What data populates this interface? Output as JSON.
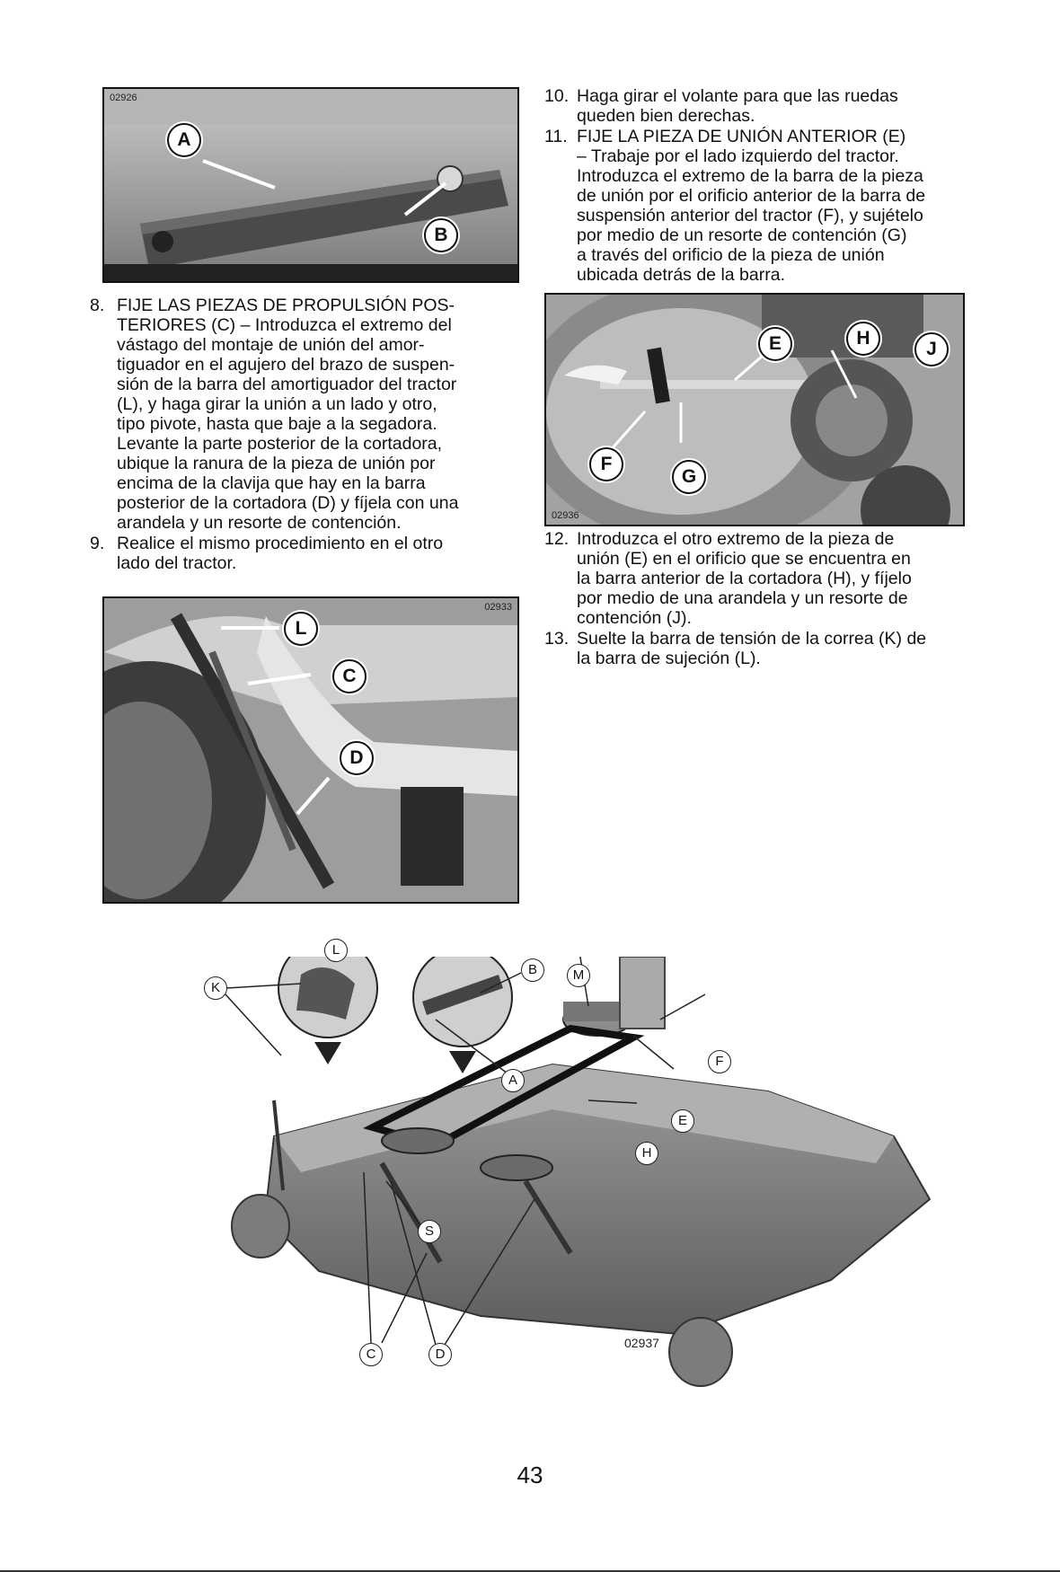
{
  "left_steps": [
    {
      "number": "8.",
      "lines": [
        "FIJE LAS PIEZAS DE PROPULSIÓN POS-",
        "TERIORES (C) – Introduzca el extremo del",
        "vástago del montaje de unión del amor-",
        "tiguador en el agujero del brazo de suspen-",
        "sión de la barra del amortiguador del tractor",
        "(L), y haga girar la unión a un lado y otro,",
        "tipo pivote, hasta que baje a la segadora.",
        "Levante la parte posterior de la cortadora,",
        "ubique la ranura de la pieza de unión por",
        "encima de la clavija que hay en la barra",
        "posterior de la cortadora (D) y fíjela con una",
        "arandela y un resorte de contención."
      ]
    },
    {
      "number": "9.",
      "lines": [
        "Realice el mismo procedimiento en el otro",
        "lado del tractor."
      ]
    }
  ],
  "right_steps_top": [
    {
      "number": "10.",
      "lines": [
        "Haga girar el volante para que las ruedas",
        "queden bien derechas."
      ]
    },
    {
      "number": "11.",
      "lines": [
        "FIJE LA PIEZA DE UNIÓN ANTERIOR (E)",
        "– Trabaje por el lado izquierdo del tractor.",
        "Introduzca el extremo de la barra de la pieza",
        "de unión por el orificio anterior de la barra de",
        "suspensión anterior del tractor (F), y sujételo",
        "por medio de un resorte de contención (G)",
        "a través del orificio de la pieza de unión",
        "ubicada detrás de la barra."
      ]
    }
  ],
  "right_steps_bottom": [
    {
      "number": "12.",
      "lines": [
        "Introduzca el otro extremo de la pieza de",
        "unión (E) en el orificio que se encuentra en",
        "la barra anterior de la cortadora (H), y fíjelo",
        "por medio de una arandela y un resorte de",
        "contención (J)."
      ]
    },
    {
      "number": "13.",
      "lines": [
        "Suelte la barra de tensión de la correa (K) de",
        "la barra de sujeción (L)."
      ]
    }
  ],
  "photos": {
    "photo1": {
      "code": "02926",
      "callouts": [
        "A",
        "B"
      ]
    },
    "photo2": {
      "code": "02933",
      "callouts": [
        "L",
        "C",
        "D"
      ]
    },
    "photo3": {
      "code": "02936",
      "callouts": [
        "E",
        "H",
        "J",
        "F",
        "G"
      ]
    }
  },
  "deck_diagram": {
    "code": "02937",
    "callouts": [
      "K",
      "L",
      "B",
      "M",
      "F",
      "A",
      "E",
      "H",
      "S",
      "C",
      "D"
    ]
  },
  "page_number": "43"
}
